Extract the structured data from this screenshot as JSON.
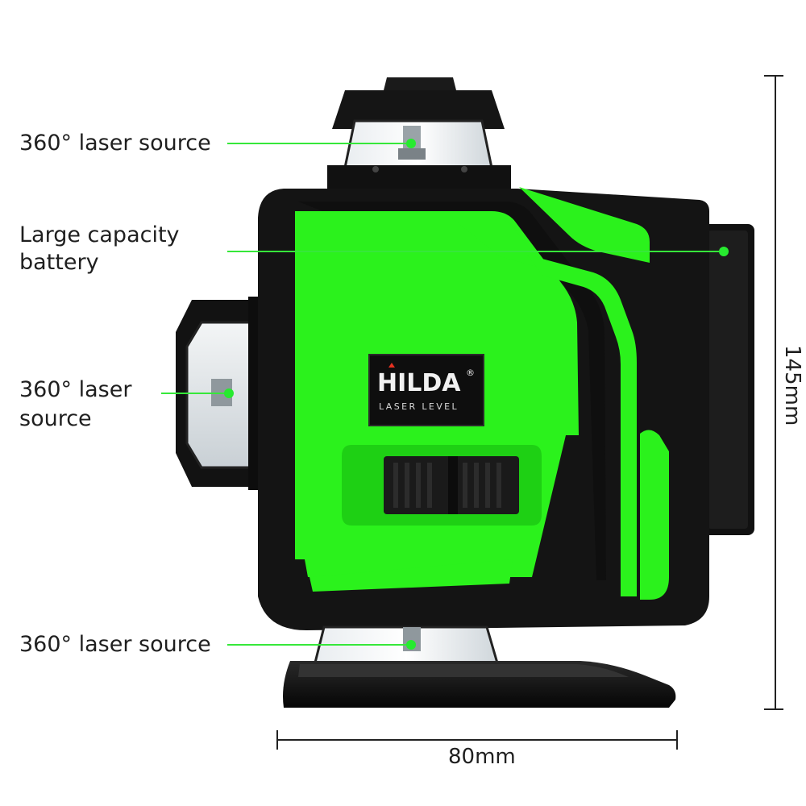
{
  "callouts": {
    "top_source": "360° laser source",
    "battery_line1": "Large capacity",
    "battery_line2": "battery",
    "side_source_line1": "360° laser",
    "side_source_line2": "source",
    "bottom_source": "360° laser source"
  },
  "brand": {
    "name": "HILDA",
    "registered_mark": "®",
    "tagline": "LASER LEVEL"
  },
  "dimensions": {
    "width": "80mm",
    "height": "145mm"
  },
  "colors": {
    "body_green": "#2bf21c",
    "body_black": "#111111",
    "leader_green": "#36e83a",
    "dot_green": "#27ea2f"
  }
}
